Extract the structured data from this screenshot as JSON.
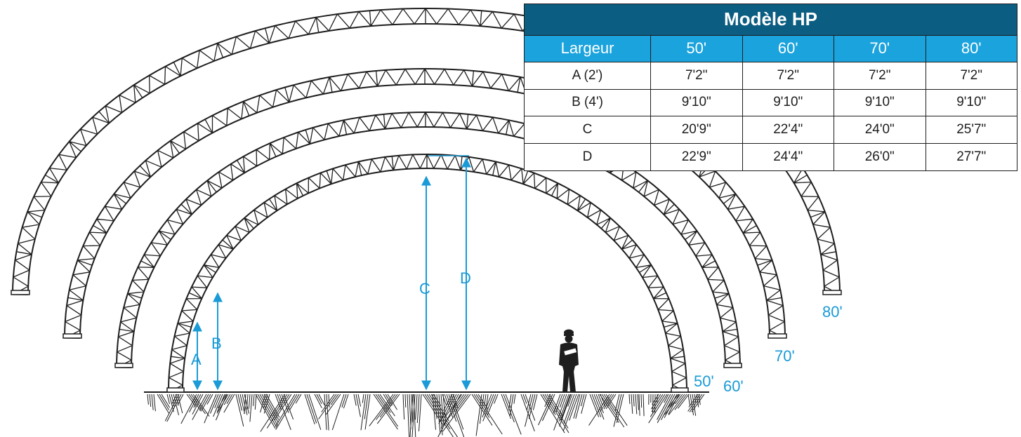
{
  "table": {
    "title": "Modèle HP",
    "header": [
      "Largeur",
      "50'",
      "60'",
      "70'",
      "80'"
    ],
    "rows": [
      [
        "A (2')",
        "7'2\"",
        "7'2\"",
        "7'2\"",
        "7'2\""
      ],
      [
        "B (4')",
        "9'10\"",
        "9'10\"",
        "9'10\"",
        "9'10\""
      ],
      [
        "C",
        "20'9\"",
        "22'4\"",
        "24'0\"",
        "25'7\""
      ],
      [
        "D",
        "22'9\"",
        "24'4\"",
        "26'0\"",
        "27'7\""
      ]
    ]
  },
  "dimensions": {
    "a": "A",
    "b": "B",
    "c": "C",
    "d": "D"
  },
  "widths": {
    "w50": "50'",
    "w60": "60'",
    "w70": "70'",
    "w80": "80'"
  },
  "colors": {
    "accent": "#1a9ad6",
    "table_title_bg": "#0c5d82",
    "table_header_bg": "#1ba3dd",
    "truss": "#1e1e1e"
  },
  "icons": {
    "person": "worker-with-hard-hat-icon",
    "ground": "hatched-ground"
  }
}
